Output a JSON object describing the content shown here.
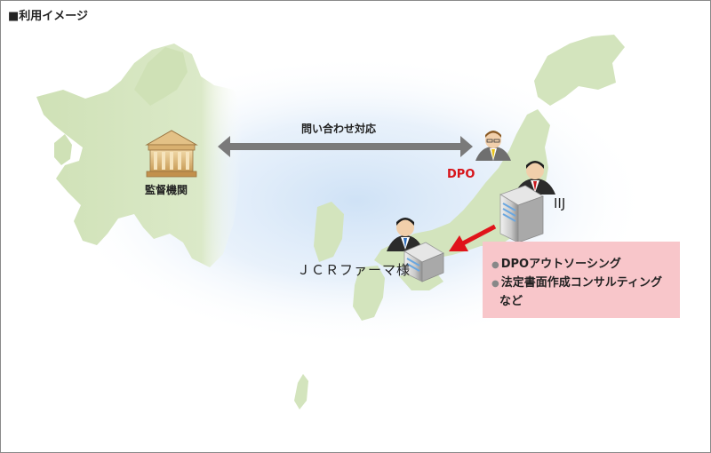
{
  "title": "■利用イメージ",
  "inquiry_label": "問い合わせ対応",
  "authority_label": "監督機関",
  "dpo_label": "DPO",
  "iij_label": "IIJ",
  "client_label": "ＪＣＲファーマ様",
  "services": {
    "items": [
      "DPOアウトソーシング",
      "法定書面作成コンサルティング"
    ],
    "suffix": "など"
  },
  "colors": {
    "map_land": "#d3e4bd",
    "glow": "#dbe9f7",
    "dpo_text": "#d7141a",
    "arrow_gray": "#7a7a7a",
    "arrow_red": "#e0141a",
    "service_box": "#f8c6ca"
  },
  "icons": [
    "bank-building-icon",
    "person-yellow-tie-icon",
    "person-red-tie-icon",
    "office-building-icon",
    "double-arrow-icon",
    "red-arrow-icon"
  ]
}
